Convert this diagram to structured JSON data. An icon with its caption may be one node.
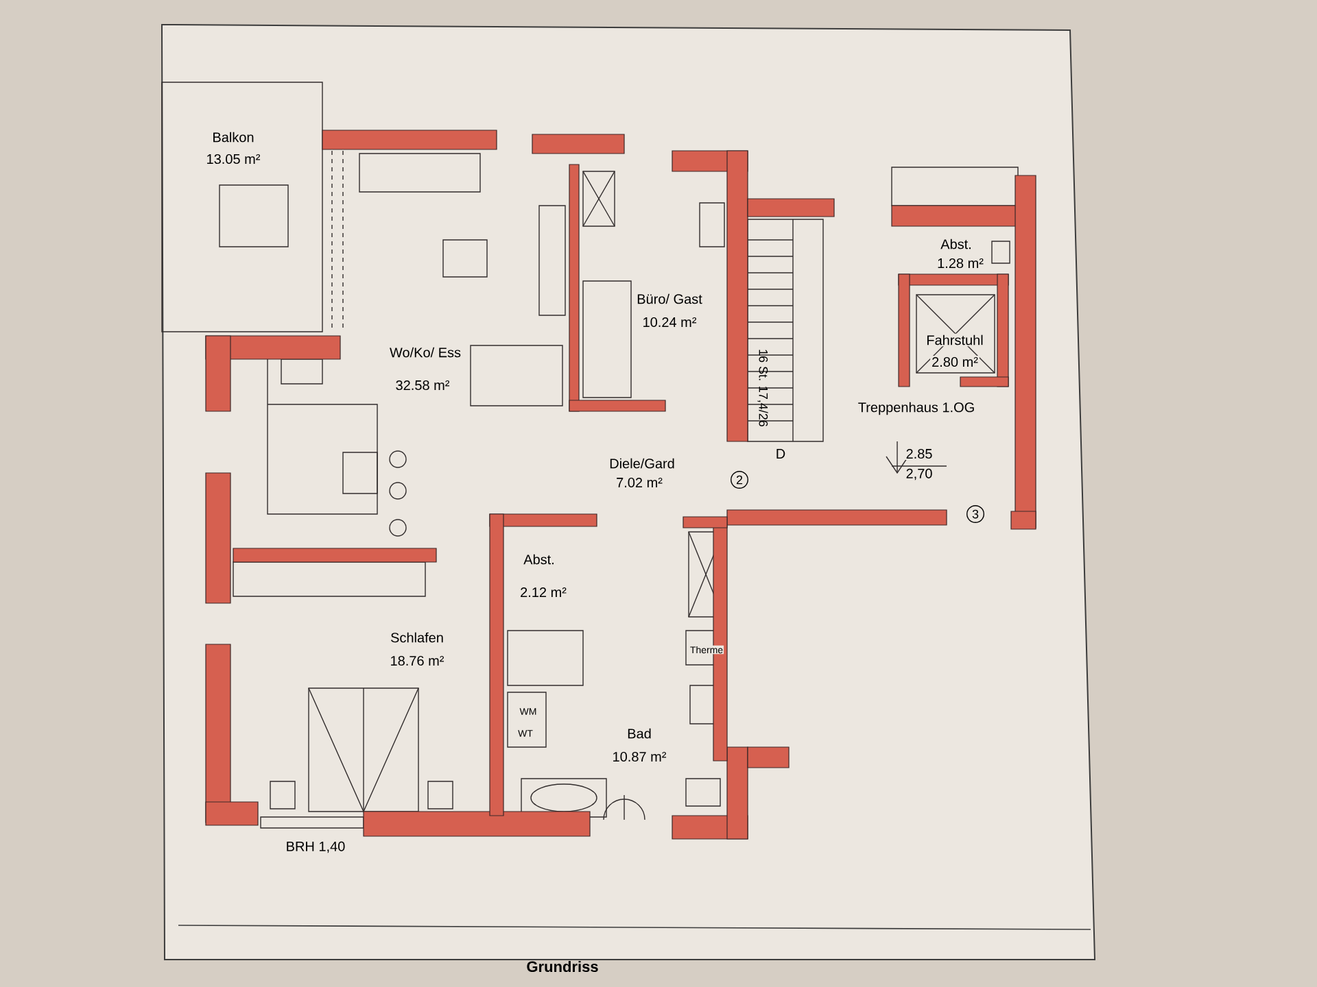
{
  "diagram": {
    "caption": "Grundriss",
    "labels": [
      "Balkon",
      "13.05 m²",
      "Wo/Ko/ Ess",
      "32.58 m²",
      "Büro/ Gast",
      "10.24 m²",
      "Abst.",
      "1.28 m²",
      "Fahrstuhl",
      "2.80 m²",
      "16 St. 17,4/26",
      "D",
      "Treppenhaus 1.OG",
      "2.85",
      "2,70",
      "Diele/Gard",
      "7.02 m²",
      "2",
      "3",
      "Abst.",
      "2.12 m²",
      "Schlafen",
      "18.76 m²",
      "Therme",
      "WM",
      "WT",
      "Bad",
      "10.87 m²",
      "BRH 1,40"
    ]
  }
}
